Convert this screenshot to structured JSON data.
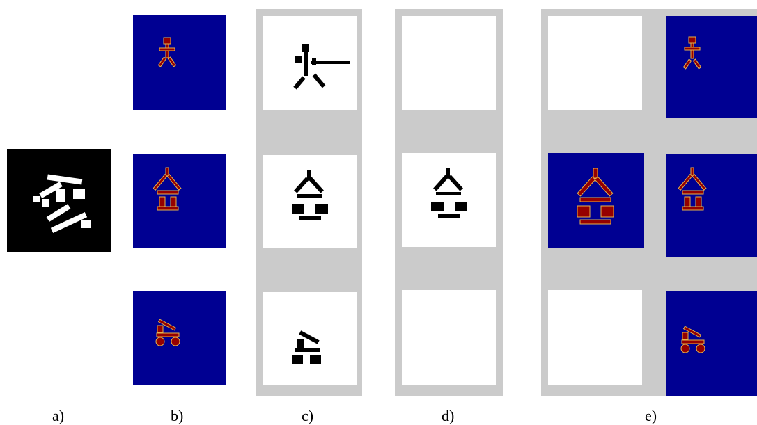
{
  "colors": {
    "blue_bg": "#000092",
    "frame_grey": "#cbcbcb",
    "shape_red": "#950000",
    "shape_outline": "#e8b44a",
    "black": "#000000",
    "white": "#ffffff"
  },
  "panels": [
    {
      "id": "a",
      "label": "a)",
      "content": "scattered-pieces"
    },
    {
      "id": "b",
      "label": "b)",
      "content": [
        "stick-figure",
        "house",
        "cart"
      ]
    },
    {
      "id": "c",
      "label": "c)",
      "content": [
        "stick-figure",
        "house",
        "cart"
      ]
    },
    {
      "id": "d",
      "label": "d)",
      "content": [
        "empty",
        "house",
        "empty"
      ]
    },
    {
      "id": "e",
      "label": "e)",
      "content": [
        "empty",
        "stick-figure",
        "house",
        "house",
        "empty",
        "cart"
      ]
    }
  ]
}
